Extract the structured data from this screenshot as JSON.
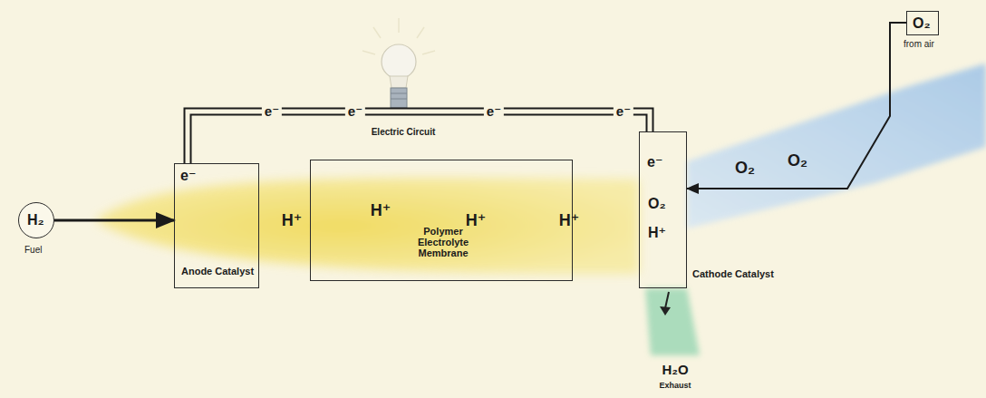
{
  "diagram": {
    "nodes": [
      {
        "text": [
          "H₂",
          "Fuel"
        ]
      },
      {
        "text": [
          "e⁻",
          "Anode Catalyst"
        ]
      },
      {
        "text": [
          "Polymer Electrolyte Membrane"
        ]
      },
      {
        "text": [
          "e⁻",
          "O₂",
          "H⁺",
          "Cathode Catalyst"
        ]
      },
      {
        "text": [
          "O₂",
          "from air"
        ]
      }
    ],
    "edges": [
      {
        "from": 0,
        "to": 1,
        "arrow": "to"
      },
      {
        "from": 1,
        "to": 3,
        "arrow": "none"
      },
      {
        "from": 4,
        "to": 3,
        "arrow": "to"
      }
    ],
    "labels": [
      "Electric Circuit",
      "e⁻",
      "e⁻",
      "e⁻",
      "e⁻",
      "H⁺",
      "H⁺",
      "H⁺",
      "H⁺",
      "O₂",
      "O₂",
      "H₂O",
      "Exhaust"
    ]
  }
}
